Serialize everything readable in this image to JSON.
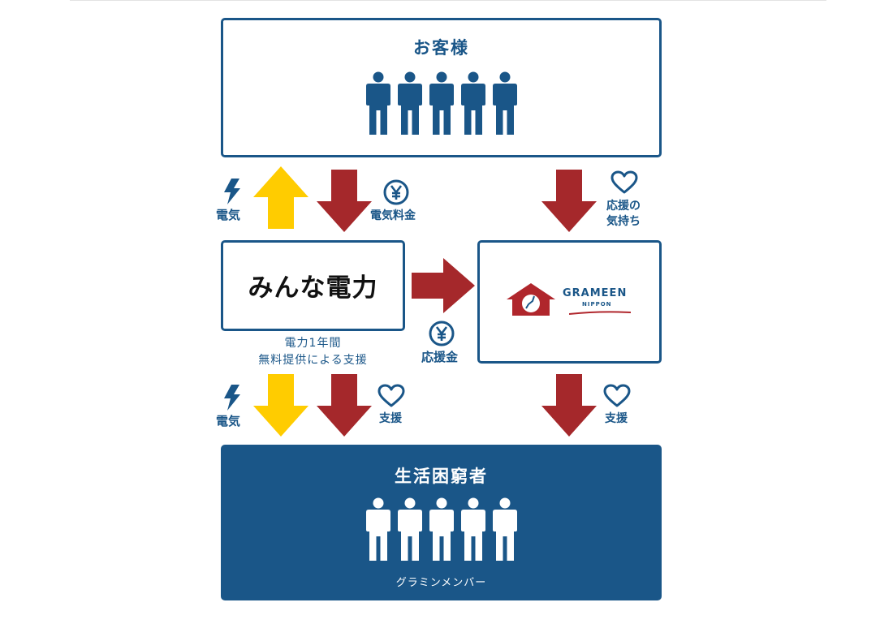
{
  "customers": {
    "title": "お客様"
  },
  "minna": {
    "logo_text": "みんな電力"
  },
  "grameen": {
    "logo_main": "GRAMEEN",
    "logo_sub": "NIPPON"
  },
  "beneficiaries": {
    "title": "生活困窮者",
    "subtitle": "グラミンメンバー"
  },
  "labels": {
    "electricity_up": "電気",
    "electricity_fee": "電気料金",
    "support_feeling_line1": "応援の",
    "support_feeling_line2": "気持ち",
    "support_money": "応援金",
    "free_line1": "電力1年間",
    "free_line2": "無料提供による支援",
    "electricity_down": "電気",
    "support_left": "支援",
    "support_right": "支援"
  },
  "colors": {
    "navy": "#1a5688",
    "red": "#a5282b",
    "yellow": "#ffcc00"
  },
  "icons": [
    "lightning-icon",
    "yen-icon",
    "heart-icon",
    "person-icon",
    "house-logo-icon"
  ]
}
